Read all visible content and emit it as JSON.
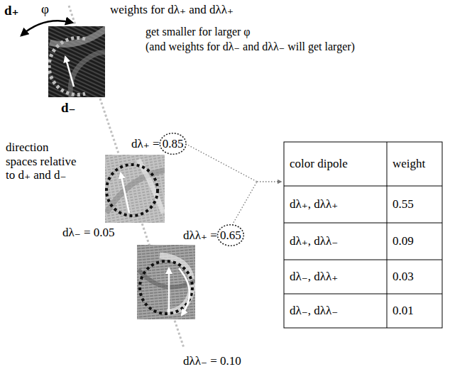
{
  "diagram": {
    "labels": [
      "d₊",
      "φ",
      "weights for dλ₊ and dλλ₊",
      "get smaller for larger φ",
      "(and weights for dλ₋ and dλλ₋ will get larger)",
      "d₋",
      "direction spaces relative to d₊ and d₋",
      "dλ₊ = 0.85",
      "dλ₋ = 0.05",
      "dλλ₊ = 0.65",
      "dλλ₋ = 0.10",
      "color dipole",
      "weight",
      "dλ₊, dλλ₊",
      "0.55",
      "dλ₊, dλλ₋",
      "0.09",
      "dλ₋, dλλ₊",
      "0.03",
      "dλ₋, dλλ₋",
      "0.01"
    ]
  }
}
